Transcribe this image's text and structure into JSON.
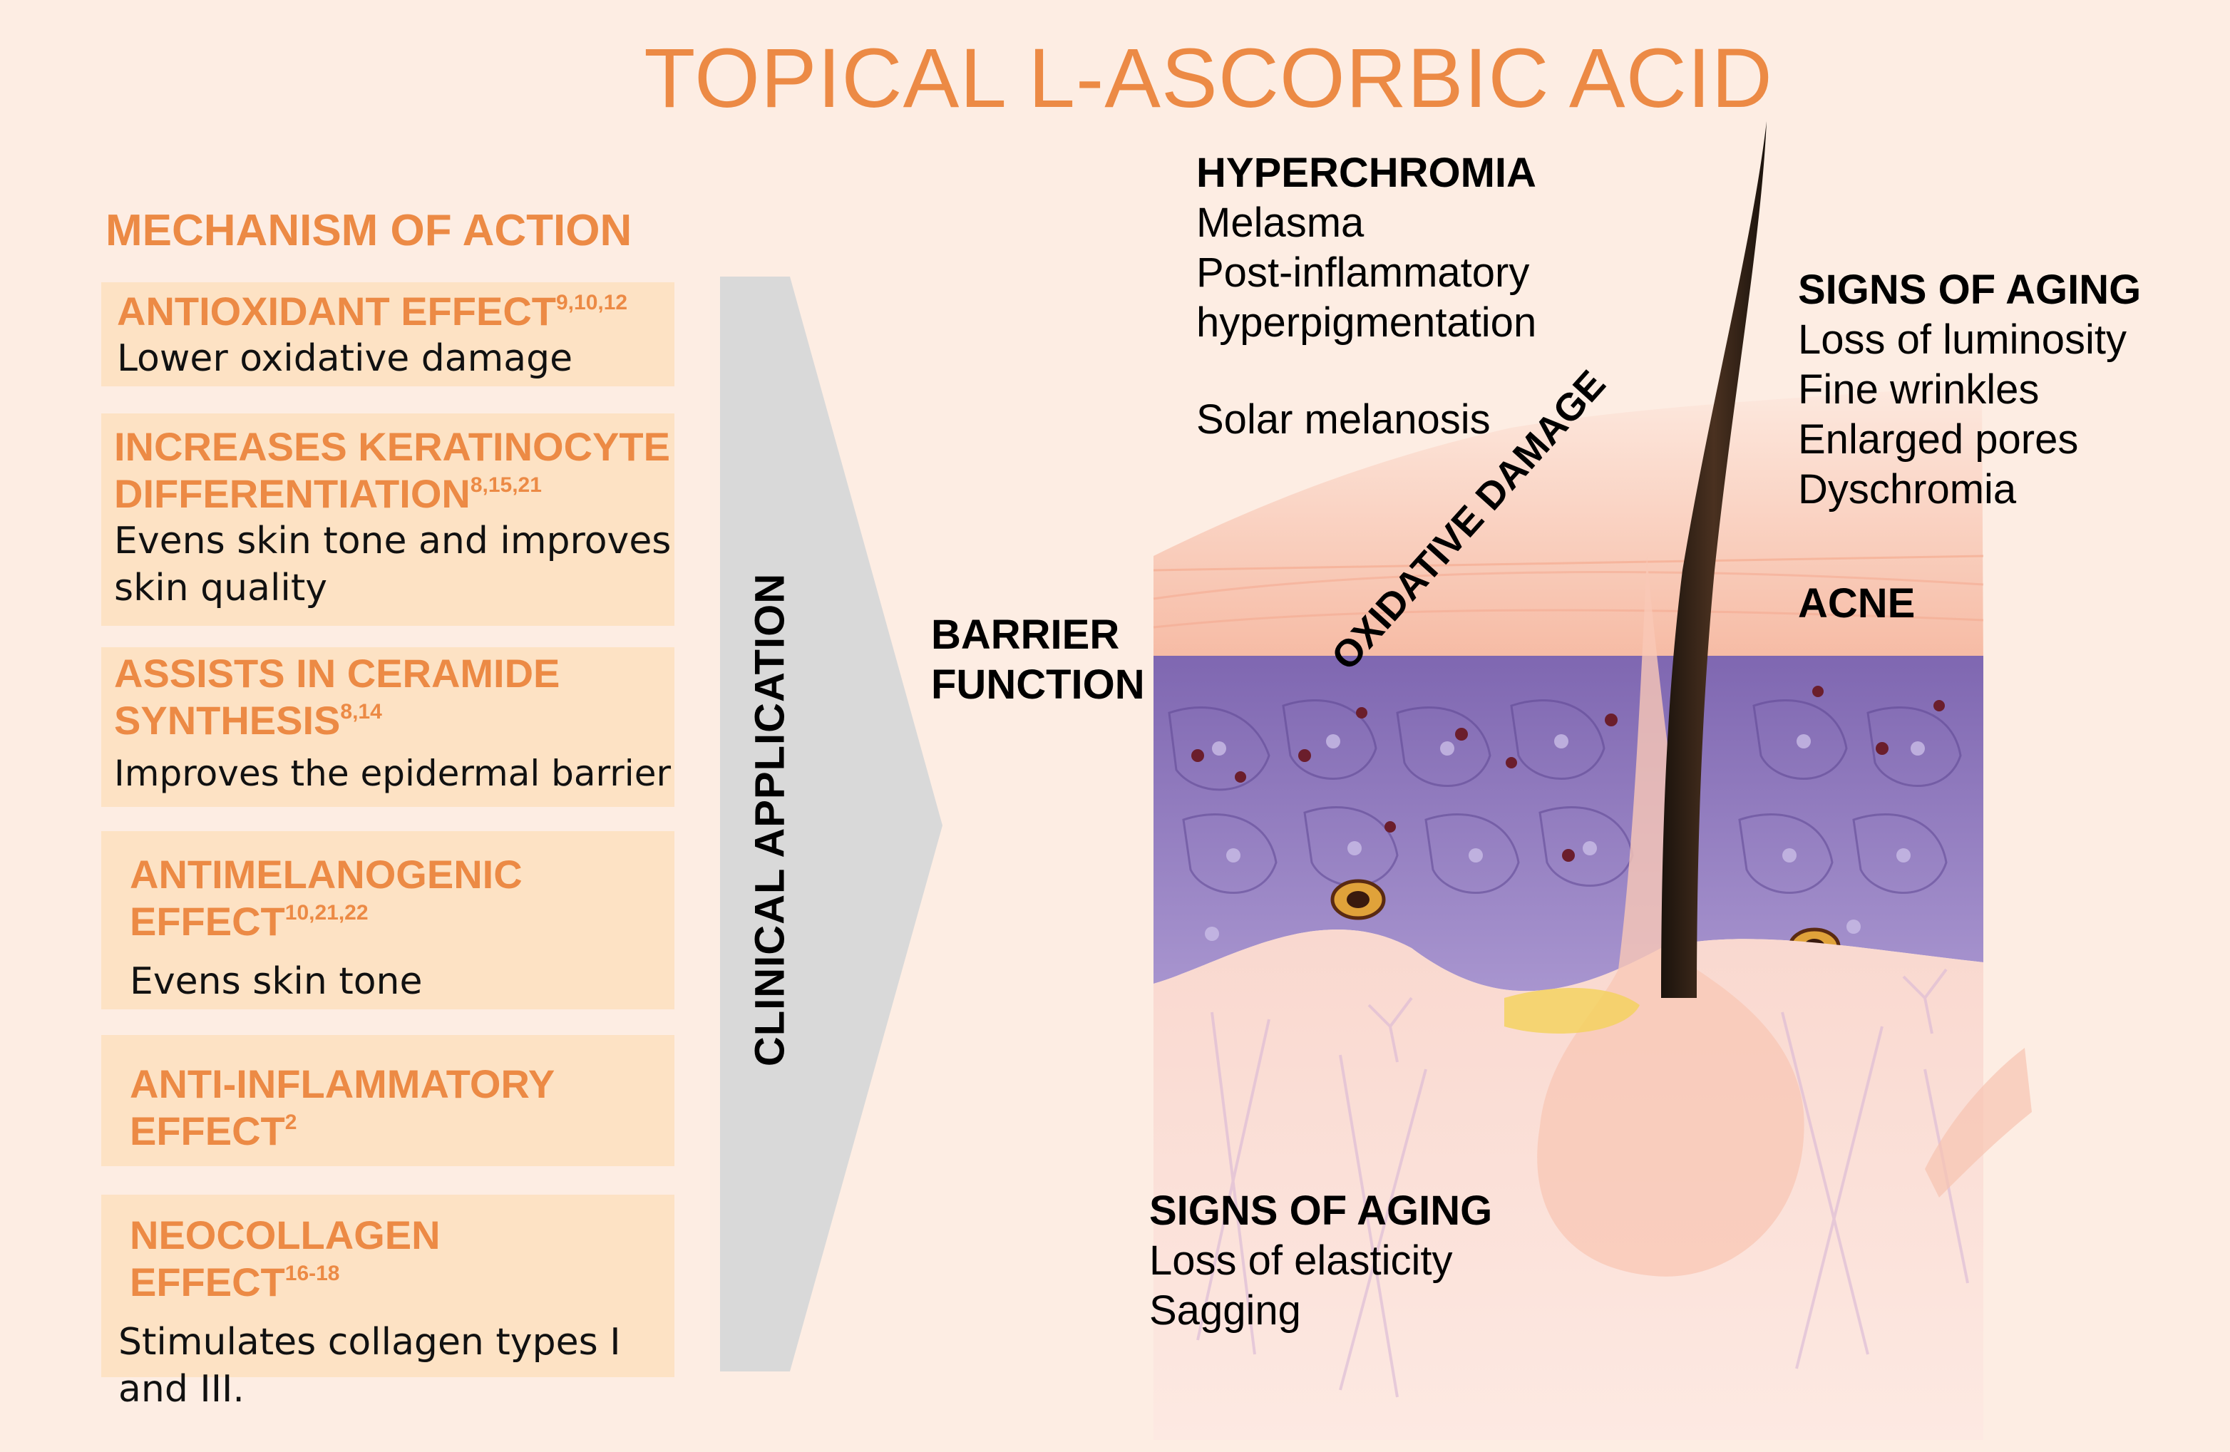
{
  "title": "TOPICAL L-ASCORBIC ACID",
  "mechanism_heading": "MECHANISM OF ACTION",
  "mechanisms": [
    {
      "title": "ANTIOXIDANT EFFECT",
      "ref": "9,10,12",
      "desc": "Lower oxidative damage"
    },
    {
      "title_line1": "INCREASES KERATINOCYTE",
      "title_line2": "DIFFERENTIATION",
      "ref": "8,15,21",
      "desc_line1": "Evens skin tone and improves",
      "desc_line2": "skin quality"
    },
    {
      "title_line1": "ASSISTS IN CERAMIDE",
      "title_line2": "SYNTHESIS",
      "ref": "8,14",
      "desc": "Improves the epidermal barrier"
    },
    {
      "title_line1": "ANTIMELANOGENIC",
      "title_line2": "EFFECT",
      "ref": "10,21,22",
      "desc": "Evens skin tone"
    },
    {
      "title_line1": "ANTI-INFLAMMATORY",
      "title_line2": "EFFECT",
      "ref": "2"
    },
    {
      "title_line1": "NEOCOLLAGEN",
      "title_line2": "EFFECT",
      "ref": "16-18",
      "desc": "Stimulates collagen types I and III."
    }
  ],
  "clinical_application": "CLINICAL APPLICATION",
  "barrier": {
    "line1": "BARRIER",
    "line2": "FUNCTION"
  },
  "oxidative_damage": "OXIDATIVE DAMAGE",
  "hyperchromia": {
    "heading": "HYPERCHROMIA",
    "items": [
      "Melasma",
      "Post-inflammatory",
      "hyperpigmentation",
      "Solar melanosis"
    ]
  },
  "aging_top": {
    "heading": "SIGNS OF AGING",
    "items": [
      "Loss of luminosity",
      "Fine wrinkles",
      "Enlarged pores",
      "Dyschromia"
    ]
  },
  "acne": "ACNE",
  "aging_bottom": {
    "heading": "SIGNS OF AGING",
    "items": [
      "Loss of elasticity",
      "Sagging"
    ]
  },
  "colors": {
    "accent": "#ec8a45",
    "box": "#fde2c4",
    "background": "#fdede3",
    "arrow": "#d9d9d9",
    "epidermis": "#8a6fb8",
    "dermis": "#f7d6cf"
  }
}
